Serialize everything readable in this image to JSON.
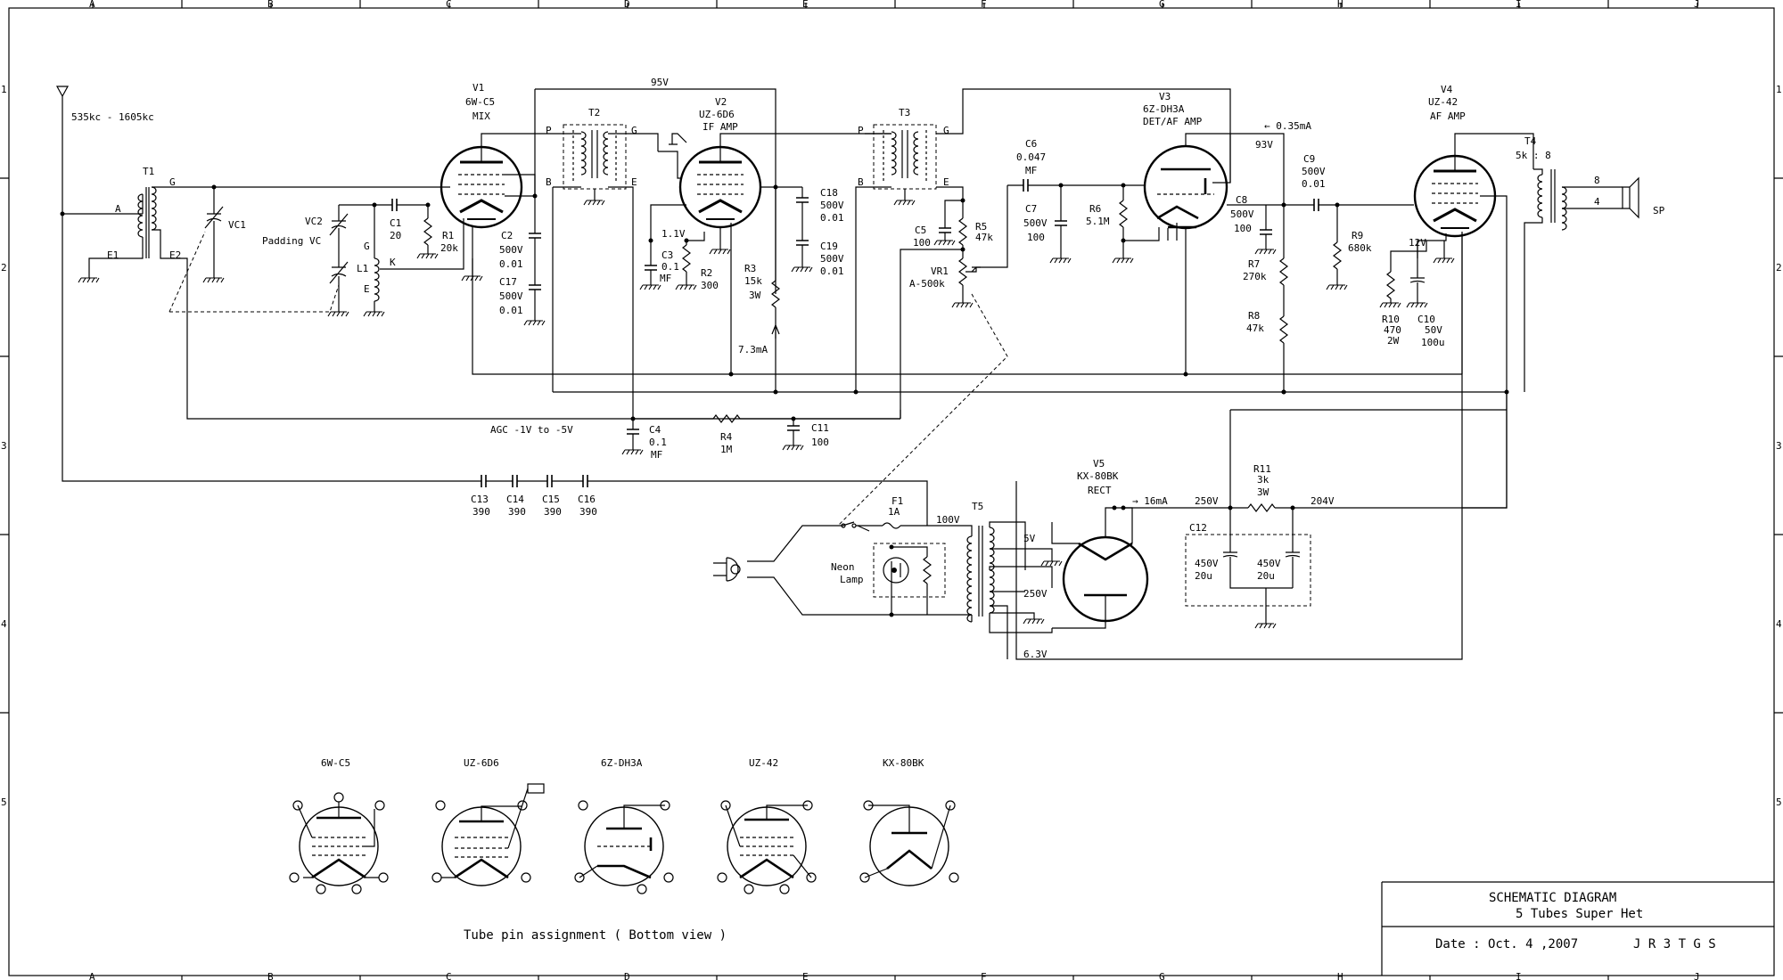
{
  "border": {
    "columns": [
      "A",
      "B",
      "C",
      "D",
      "E",
      "F",
      "G",
      "H",
      "I",
      "J"
    ],
    "rows": [
      "1",
      "2",
      "3",
      "4",
      "5"
    ]
  },
  "antenna": {
    "band": "535kc - 1605kc"
  },
  "tubes": {
    "v1": {
      "ref": "V1",
      "type": "6W-C5",
      "role": "MIX"
    },
    "v2": {
      "ref": "V2",
      "type": "UZ-6D6",
      "role": "IF AMP"
    },
    "v3": {
      "ref": "V3",
      "type": "6Z-DH3A",
      "role": "DET/AF AMP"
    },
    "v4": {
      "ref": "V4",
      "type": "UZ-42",
      "role": "AF AMP"
    },
    "v5": {
      "ref": "V5",
      "type": "KX-80BK",
      "role": "RECT"
    }
  },
  "transformers": {
    "t1": {
      "ref": "T1",
      "a": "A",
      "e1": "E1",
      "e2": "E2",
      "g": "G"
    },
    "t2": {
      "ref": "T2",
      "p": "P",
      "b": "B",
      "g": "G",
      "e": "E"
    },
    "t3": {
      "ref": "T3",
      "p": "P",
      "b": "B",
      "g": "G",
      "e": "E"
    },
    "t4": {
      "ref": "T4",
      "ratio": "5k : 8",
      "pin8": "8",
      "pin4": "4",
      "speaker": "SP"
    },
    "t5": {
      "ref": "T5",
      "v100": "100V",
      "v5": "5V",
      "v250": "250V",
      "v63": "6.3V"
    }
  },
  "osc_coil": {
    "ref": "L1",
    "g": "G",
    "k": "K",
    "e": "E"
  },
  "variable_caps": {
    "vc1": "VC1",
    "vc2": "VC2",
    "padding": "Padding VC"
  },
  "components": {
    "c1": {
      "ref": "C1",
      "val": "20"
    },
    "r1": {
      "ref": "R1",
      "val": "20k"
    },
    "c2": {
      "ref": "C2",
      "v": "500V",
      "val": "0.01"
    },
    "c17": {
      "ref": "C17",
      "v": "500V",
      "val": "0.01"
    },
    "c3": {
      "ref": "C3",
      "val": "0.1",
      "type": "MF"
    },
    "r2": {
      "ref": "R2",
      "val": "300"
    },
    "r3": {
      "ref": "R3",
      "val": "15k",
      "w": "3W"
    },
    "c18": {
      "ref": "C18",
      "v": "500V",
      "val": "0.01"
    },
    "c19": {
      "ref": "C19",
      "v": "500V",
      "val": "0.01"
    },
    "c5": {
      "ref": "C5",
      "val": "100"
    },
    "r5": {
      "ref": "R5",
      "val": "47k"
    },
    "vr1": {
      "ref": "VR1",
      "val": "A-500k"
    },
    "c6": {
      "ref": "C6",
      "val": "0.047",
      "type": "MF"
    },
    "c7": {
      "ref": "C7",
      "v": "500V",
      "val": "100"
    },
    "r6": {
      "ref": "R6",
      "val": "5.1M"
    },
    "c8": {
      "ref": "C8",
      "v": "500V",
      "val": "100"
    },
    "c9": {
      "ref": "C9",
      "v": "500V",
      "val": "0.01"
    },
    "r7": {
      "ref": "R7",
      "val": "270k"
    },
    "r8": {
      "ref": "R8",
      "val": "47k"
    },
    "r9": {
      "ref": "R9",
      "val": "680k"
    },
    "r10": {
      "ref": "R10",
      "val": "470",
      "w": "2W"
    },
    "c10": {
      "ref": "C10",
      "v": "50V",
      "val": "100u"
    },
    "c4": {
      "ref": "C4",
      "val": "0.1",
      "type": "MF"
    },
    "r4": {
      "ref": "R4",
      "val": "1M"
    },
    "c11": {
      "ref": "C11",
      "val": "100"
    },
    "c13": {
      "ref": "C13",
      "val": "390"
    },
    "c14": {
      "ref": "C14",
      "val": "390"
    },
    "c15": {
      "ref": "C15",
      "val": "390"
    },
    "c16": {
      "ref": "C16",
      "val": "390"
    },
    "f1": {
      "ref": "F1",
      "val": "1A"
    },
    "r11": {
      "ref": "R11",
      "val": "3k",
      "w": "3W"
    },
    "c12": {
      "ref": "C12",
      "v1": "450V",
      "val1": "20u",
      "v2": "450V",
      "val2": "20u"
    },
    "neon": {
      "l1": "Neon",
      "l2": "Lamp"
    }
  },
  "voltages": {
    "b95": "95V",
    "v1_1": "1.1V",
    "i73": "7.3mA",
    "i035": "← 0.35mA",
    "v93": "93V",
    "v12": "12V",
    "agc": "AGC -1V to  -5V",
    "i16": "→ 16mA",
    "v250": "250V",
    "v204": "204V"
  },
  "pinout": {
    "caption": "Tube pin assignment ( Bottom view )",
    "tubes": [
      "6W-C5",
      "UZ-6D6",
      "6Z-DH3A",
      "UZ-42",
      "KX-80BK"
    ]
  },
  "title_block": {
    "title": "SCHEMATIC DIAGRAM",
    "subtitle": "5 Tubes Super Het",
    "date": "Date : Oct. 4 ,2007",
    "author": "J R 3 T G S"
  }
}
